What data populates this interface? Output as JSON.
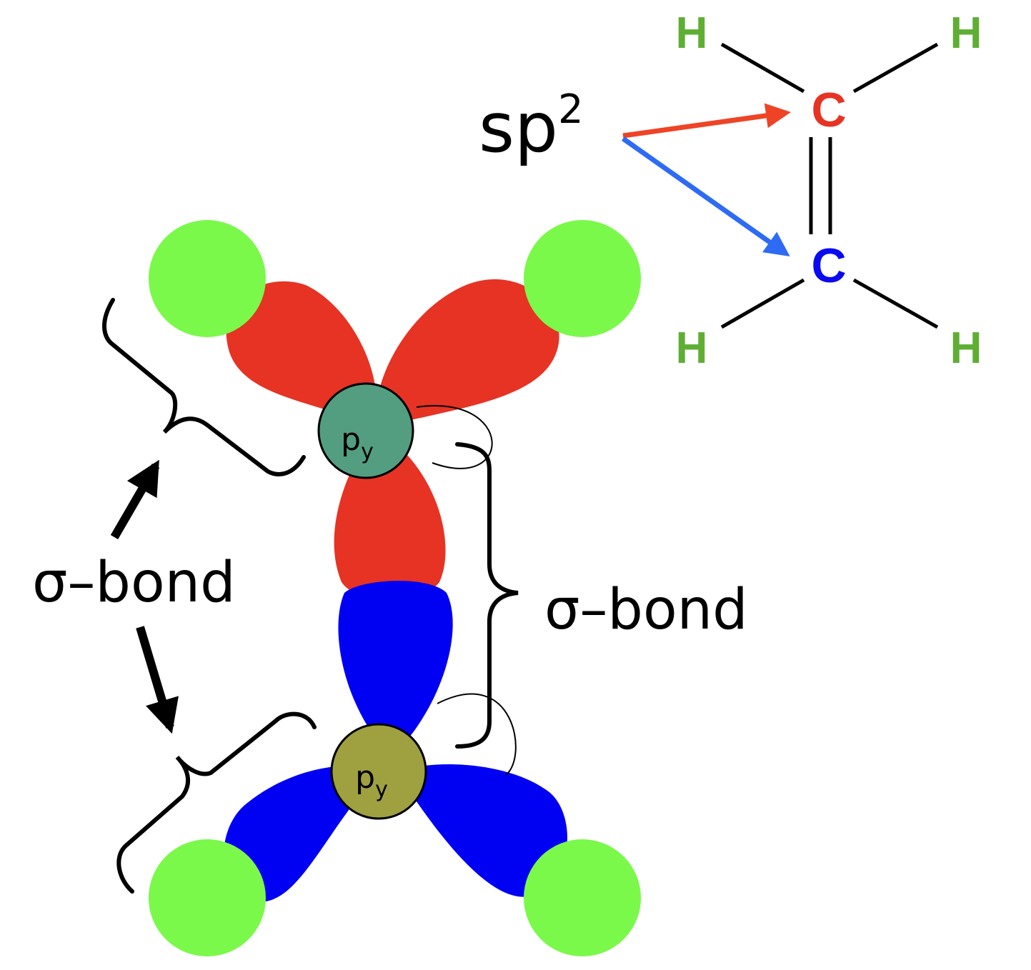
{
  "hybridization_label": "sp",
  "hybridization_superscript": "2",
  "sigma_bond_left": "σ–bond",
  "sigma_bond_right": "σ–bond",
  "orbital_top": {
    "main": "p",
    "sub": "y"
  },
  "orbital_bottom": {
    "main": "p",
    "sub": "y"
  },
  "structure": {
    "h_top_left": "H",
    "h_top_right": "H",
    "c_top": "C",
    "c_bottom": "C",
    "h_bottom_left": "H",
    "h_bottom_right": "H"
  },
  "colors": {
    "hydrogen": "#7AF94A",
    "hybrid_top": "#E63324",
    "hybrid_bottom": "#0000F2",
    "p_top": "#539E80",
    "p_bottom": "#9FA040",
    "label_h": "#5FAE34",
    "label_c_top": "#E63324",
    "label_c_bottom": "#0A0AF0",
    "arrow_red": "#EE4425",
    "arrow_blue": "#2E6BF5"
  }
}
